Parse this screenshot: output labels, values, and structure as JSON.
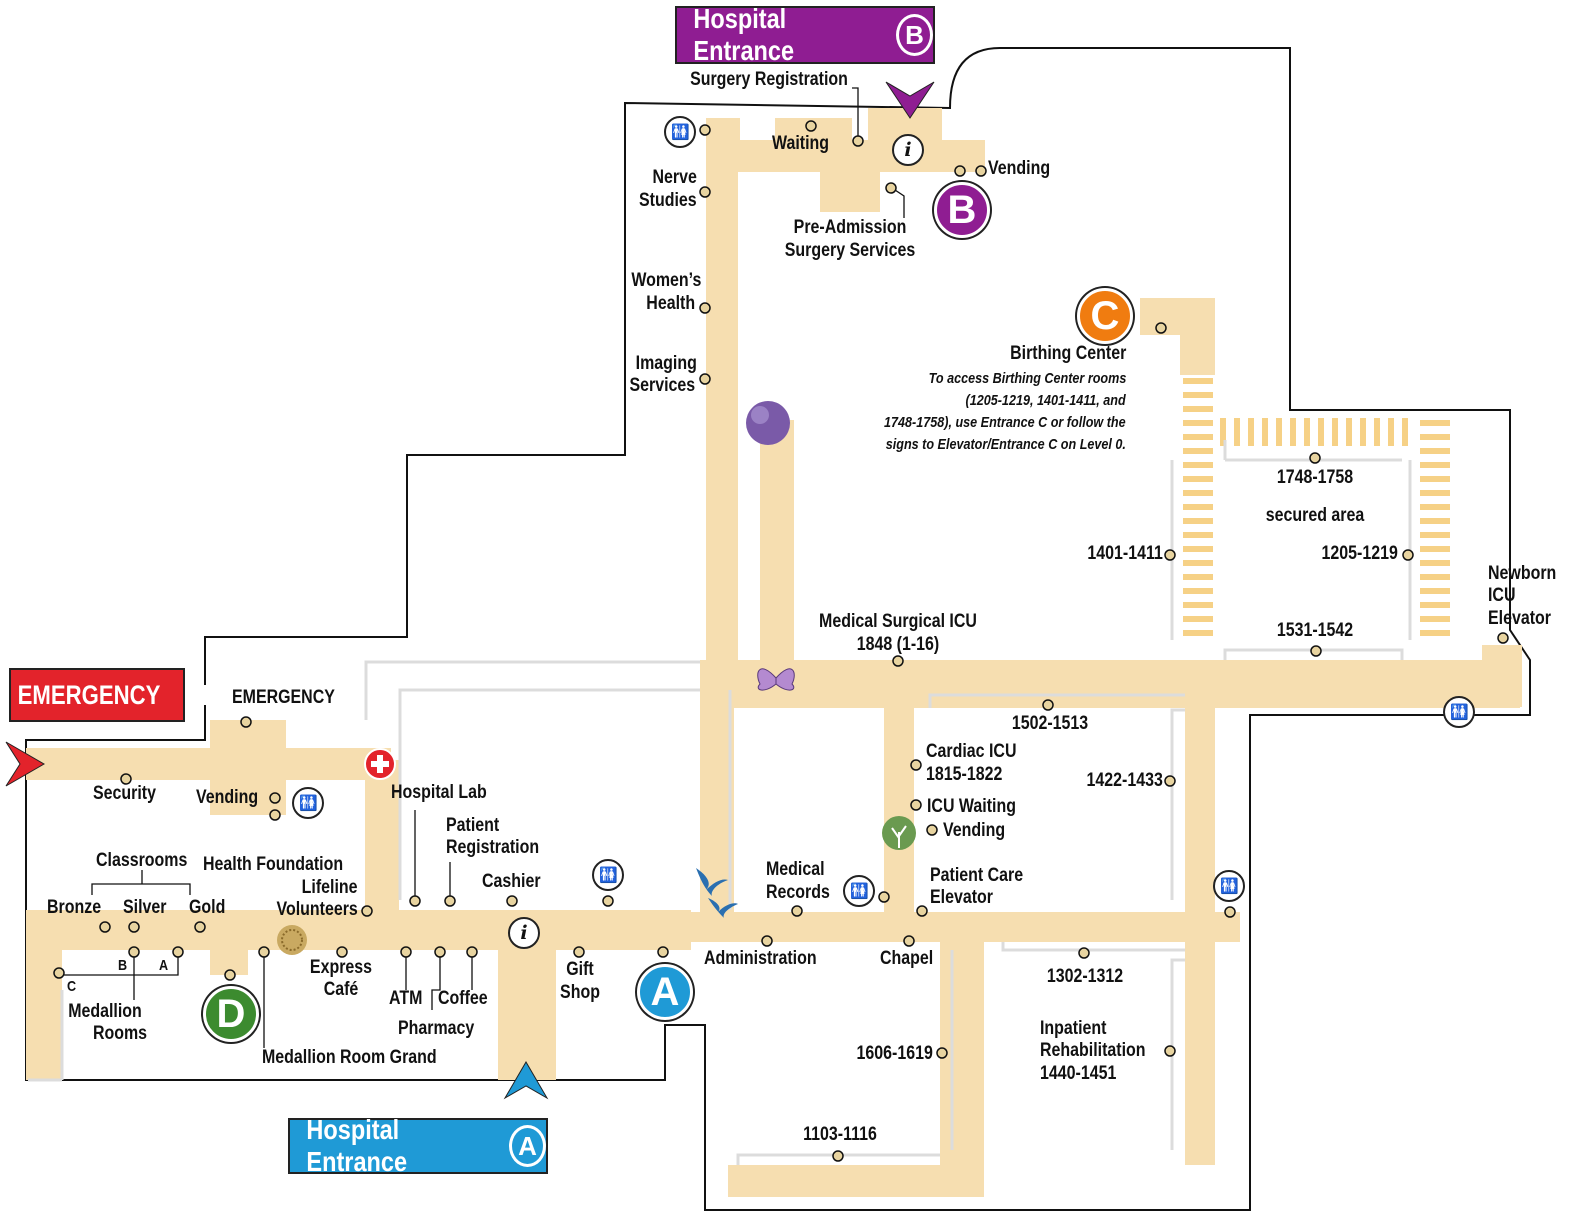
{
  "colors": {
    "corridor": "#f6deb0",
    "wall": "#111111",
    "entrance_a": "#1f9ad6",
    "entrance_b": "#8f1d92",
    "badge_c": "#f07c10",
    "badge_d": "#3c8b2f",
    "emergency": "#e3232b",
    "marker": "#c9a961"
  },
  "entrances": {
    "a": {
      "title": "Hospital Entrance",
      "letter": "A"
    },
    "b": {
      "title": "Hospital Entrance",
      "letter": "B"
    }
  },
  "emergency_sign": {
    "label": "EMERGENCY",
    "icon": "cross-icon"
  },
  "badges": {
    "a": "A",
    "b": "B",
    "c": "C",
    "d": "D"
  },
  "labels": {
    "surgery_registration": "Surgery Registration",
    "waiting": "Waiting",
    "vending_b": "Vending",
    "pre_admission_1": "Pre-Admission",
    "pre_admission_2": "Surgery Services",
    "nerve_1": "Nerve",
    "nerve_2": "Studies",
    "womens_1": "Women’s",
    "womens_2": "Health",
    "imaging_1": "Imaging",
    "imaging_2": "Services",
    "birthing_center": "Birthing Center",
    "birthing_note_1": "To access Birthing Center rooms",
    "birthing_note_2": "(1205-1219, 1401-1411, and",
    "birthing_note_3": "1748-1758), use Entrance C or follow the",
    "birthing_note_4": "signs to Elevator/Entrance C on Level 0.",
    "r1748": "1748-1758",
    "secured": "secured area",
    "r1401": "1401-1411",
    "r1205": "1205-1219",
    "newborn_1": "Newborn",
    "newborn_2": "ICU",
    "newborn_3": "Elevator",
    "r1531": "1531-1542",
    "msicu_1": "Medical Surgical ICU",
    "msicu_2": "1848 (1-16)",
    "emergency": "EMERGENCY",
    "security": "Security",
    "vending_er": "Vending",
    "hospital_lab": "Hospital Lab",
    "patient_reg_1": "Patient",
    "patient_reg_2": "Registration",
    "cashier": "Cashier",
    "r1502": "1502-1513",
    "cardiac_1": "Cardiac ICU",
    "cardiac_2": "1815-1822",
    "icu_waiting": "ICU Waiting",
    "vending_icu": "Vending",
    "r1422": "1422-1433",
    "classrooms": "Classrooms",
    "health_foundation": "Health Foundation",
    "lifeline": "Lifeline",
    "volunteers": "Volunteers",
    "bronze": "Bronze",
    "silver": "Silver",
    "gold": "Gold",
    "room_b": "B",
    "room_a": "A",
    "room_c": "C",
    "medallion_1": "Medallion",
    "medallion_2": "Rooms",
    "medallion_grand": "Medallion Room Grand",
    "express_1": "Express",
    "express_2": "Café",
    "atm": "ATM",
    "coffee": "Coffee",
    "pharmacy": "Pharmacy",
    "gift_1": "Gift",
    "gift_2": "Shop",
    "medical_records_1": "Medical",
    "medical_records_2": "Records",
    "patient_care_1": "Patient Care",
    "patient_care_2": "Elevator",
    "administration": "Administration",
    "chapel": "Chapel",
    "r1302": "1302-1312",
    "inpatient_1": "Inpatient",
    "inpatient_2": "Rehabilitation",
    "inpatient_3": "1440-1451",
    "r1606": "1606-1619",
    "r1103": "1103-1116"
  }
}
